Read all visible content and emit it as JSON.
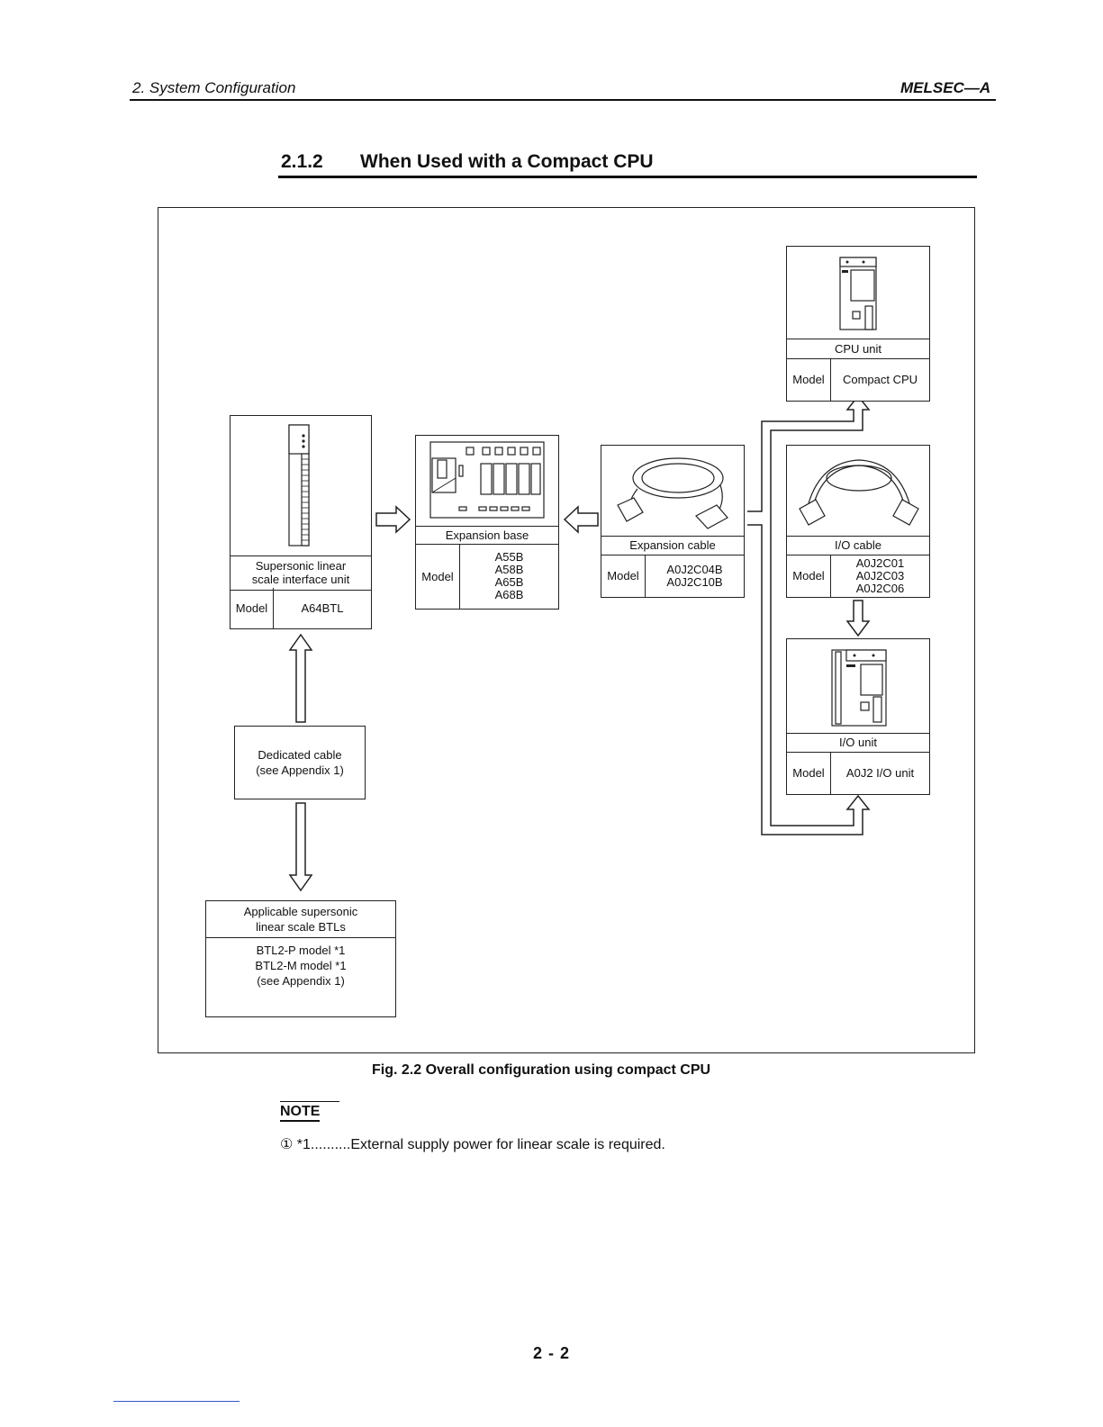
{
  "header": {
    "chapter": "2. System Configuration",
    "product": "MELSEC—A"
  },
  "section": {
    "number": "2.1.2",
    "title": "When Used with a Compact CPU"
  },
  "figure": {
    "caption": "Fig. 2.2  Overall configuration using compact CPU",
    "model_label": "Model",
    "components": {
      "cpu_unit": {
        "icon": "cpu-unit-icon",
        "name": "CPU unit",
        "models": [
          "Compact CPU"
        ]
      },
      "interface_unit": {
        "icon": "interface-module-icon",
        "name_lines": [
          "Supersonic linear",
          "scale interface unit"
        ],
        "models": [
          "A64BTL"
        ]
      },
      "expansion_base": {
        "icon": "expansion-base-icon",
        "name": "Expansion base",
        "models": [
          "A55B",
          "A58B",
          "A65B",
          "A68B"
        ]
      },
      "expansion_cable": {
        "icon": "expansion-cable-icon",
        "name": "Expansion cable",
        "models": [
          "A0J2C04B",
          "A0J2C10B"
        ]
      },
      "io_cable": {
        "icon": "io-cable-icon",
        "name": "I/O cable",
        "models": [
          "A0J2C01",
          "A0J2C03",
          "A0J2C06"
        ]
      },
      "io_unit": {
        "icon": "io-unit-icon",
        "name": "I/O unit",
        "models": [
          "A0J2 I/O unit"
        ]
      },
      "dedicated_cable": {
        "lines": [
          "Dedicated cable",
          "(see Appendix 1)"
        ]
      },
      "btl": {
        "title_lines": [
          "Applicable supersonic",
          "linear scale BTLs"
        ],
        "body_lines": [
          "BTL2-P model *1",
          "BTL2-M model *1",
          "(see Appendix 1)"
        ]
      }
    }
  },
  "note": {
    "title": "NOTE",
    "text": "① *1..........External supply power for linear scale is required."
  },
  "page_number": "2 - 2"
}
